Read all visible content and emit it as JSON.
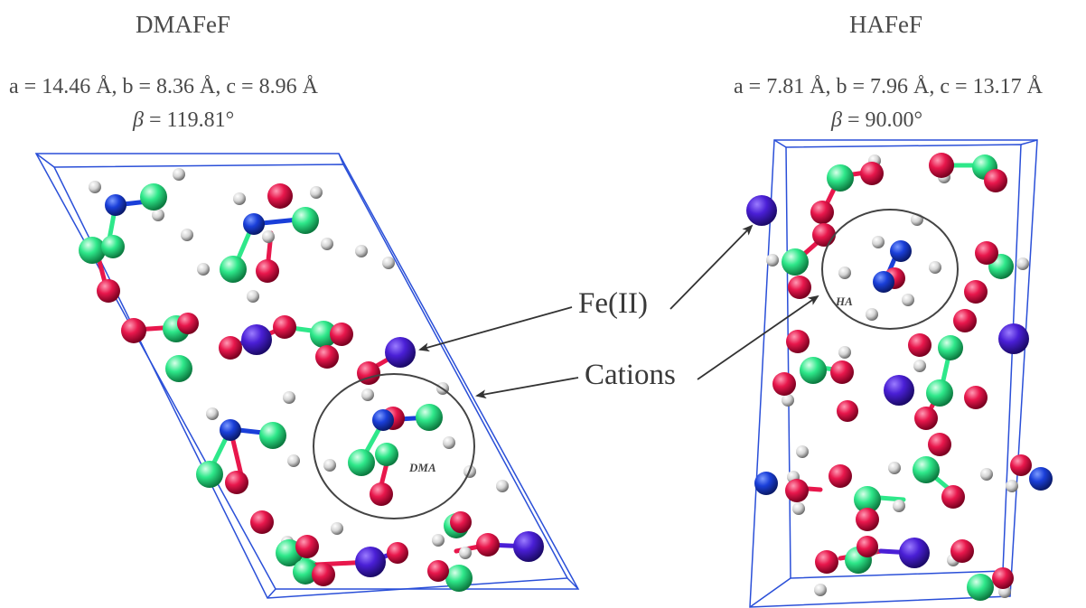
{
  "left_panel": {
    "title": "DMAFeF",
    "lattice": "a = 14.46 Å, b = 8.36 Å, c = 8.96 Å",
    "beta_symbol": "β",
    "beta_value": " = 119.81°",
    "cation_label": "DMA"
  },
  "right_panel": {
    "title": "HAFeF",
    "lattice": "a = 7.81 Å, b = 7.96 Å, c = 13.17 Å",
    "beta_symbol": "β",
    "beta_value": "  = 90.00°",
    "cation_label": "HA"
  },
  "callouts": {
    "iron": "Fe(II)",
    "cations": "Cations"
  },
  "legend_colors": {
    "iron": "#4a1fd6",
    "nitrogen": "#1a3fd9",
    "oxygen": "#e8174c",
    "carbon": "#2ee88a",
    "hydrogen": "#d8d8d8",
    "cell_edges": "#2a4fd8"
  }
}
